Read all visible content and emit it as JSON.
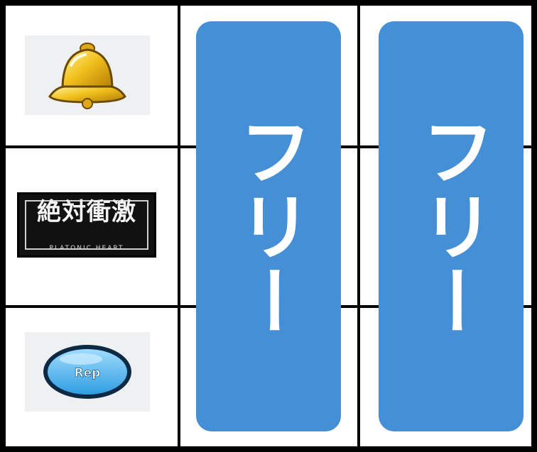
{
  "reels": {
    "left": {
      "symbols": [
        {
          "name": "bell",
          "icon": "bell-icon"
        },
        {
          "name": "logo",
          "title": "絶対衝激",
          "subtitle": "PLATONIC HEART"
        },
        {
          "name": "replay",
          "label": "Rep"
        }
      ]
    },
    "center": {
      "label": "フリー"
    },
    "right": {
      "label": "フリー"
    }
  },
  "colors": {
    "free_panel": "#458fd6",
    "bell_gold": "#f2c21e",
    "replay_blue": "#4fb6f0",
    "grid": "#000000"
  }
}
